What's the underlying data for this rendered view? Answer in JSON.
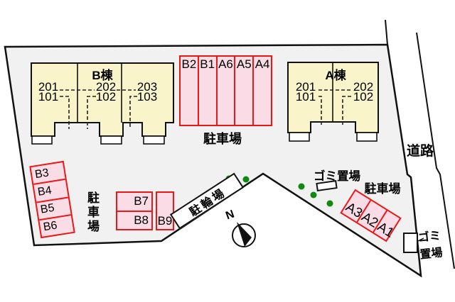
{
  "site": {
    "buildings": [
      {
        "name": "B棟",
        "units": [
          {
            "upper": "201",
            "lower": "101"
          },
          {
            "upper": "202",
            "lower": "102"
          },
          {
            "upper": "203",
            "lower": "103"
          }
        ]
      },
      {
        "name": "A棟",
        "units": [
          {
            "upper": "201",
            "lower": "101"
          },
          {
            "upper": "202",
            "lower": "102"
          }
        ]
      }
    ],
    "parking_top": {
      "label": "駐車場",
      "stalls": [
        "B2",
        "B1",
        "A6",
        "A5",
        "A4"
      ]
    },
    "parking_left": {
      "label": "駐車場",
      "stalls": [
        "B3",
        "B4",
        "B5",
        "B6"
      ]
    },
    "parking_mid": {
      "stalls": [
        "B7",
        "B8",
        "B9"
      ]
    },
    "parking_right": {
      "label": "駐車場",
      "stalls": [
        "A3",
        "A2",
        "A1"
      ]
    },
    "bicycle": {
      "label": "駐輪場"
    },
    "garbage_upper": {
      "label": "ゴミ置場"
    },
    "garbage_lower": {
      "line1": "ゴミ",
      "line2": "置場"
    },
    "road": {
      "label": "道路"
    },
    "compass": {
      "label": "N"
    }
  },
  "colors": {
    "site_fill": "#f1f1f1",
    "building_fill": "#f9f4ca",
    "stall_fill": "#fadce6",
    "stall_border": "#e81919",
    "tree_green": "#0e8a0e",
    "line": "#111111"
  }
}
